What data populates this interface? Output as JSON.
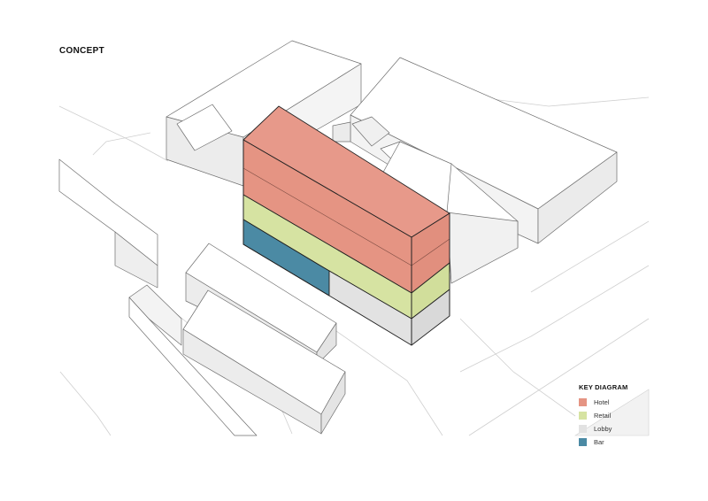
{
  "title": "CONCEPT",
  "legend": {
    "title": "KEY DIAGRAM",
    "items": [
      {
        "label": "Hotel",
        "color": "#e59483"
      },
      {
        "label": "Retail",
        "color": "#d6e3a2"
      },
      {
        "label": "Lobby",
        "color": "#e2e2e2"
      },
      {
        "label": "Bar",
        "color": "#4b8aa4"
      }
    ]
  },
  "colors": {
    "hotel_top": "#e7998a",
    "hotel_front": "#e59483",
    "hotel_side": "#e08f7e",
    "retail": "#d6e3a2",
    "lobby": "#e2e2e2",
    "bar": "#4b8aa4",
    "context_light": "#ffffff",
    "context_shadow": "#e9e9e9"
  }
}
